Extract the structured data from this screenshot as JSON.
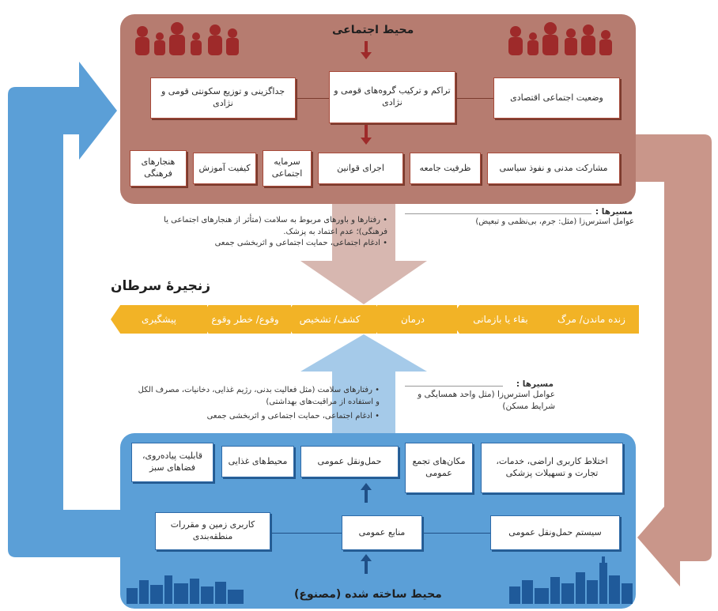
{
  "colors": {
    "social_panel": "#b67c70",
    "built_panel": "#5b9fd7",
    "chain": "#f2b326",
    "left_arrow": "#5b9fd7",
    "right_arrow": "#c9968a",
    "dark_red": "#9e2a2a"
  },
  "icons": [
    "family-silhouettes-icon",
    "city-skyline-icon",
    "down-arrow-icon",
    "up-arrow-icon",
    "loop-arrow-icon"
  ],
  "social": {
    "title": "محیط اجتماعی",
    "row1": [
      "وضعیت اجتماعی اقتصادی",
      "تراکم و ترکیب گروه‌های قومی و نژادی",
      "جداگزینی و توزیع سکونتی قومی و نژادی"
    ],
    "row2": [
      "مشارکت مدنی و نفوذ سیاسی",
      "ظرفیت جامعه",
      "اجرای قوانین",
      "سرمایه اجتماعی",
      "کیفیت آموزش",
      "هنجارهای فرهنگی"
    ]
  },
  "social_paths": {
    "label": "مسیرها :",
    "stressor": "عوامل استرس‌زا (مثل: جرم، بی‌نظمی و تبعیض)",
    "behavior": "رفتارها و باورهای مربوط به سلامت (متأثر از هنجارهای اجتماعی یا فرهنگی)؛ عدم اعتماد به پزشک.",
    "integration": "ادغام اجتماعی، حمایت اجتماعی و اثربخشی جمعی"
  },
  "chain": {
    "title": "زنجیرۀ سرطان",
    "stages": [
      "زنده ماندن/ مرگ",
      "بقاء یا بازمانی",
      "درمان",
      "کشف/ تشخیص",
      "وقوع/ خطر وقوع",
      "پیشگیری"
    ]
  },
  "built_paths": {
    "label": "مسیرها :",
    "stressor": "عوامل استرس‌زا (مثل واحد همسایگی و شرایط مسکن)",
    "behavior": "رفتارهای سلامت (مثل فعالیت بدنی، رژیم غذایی، دخانیات، مصرف الکل و استفاده از مراقبت‌های بهداشتی)",
    "integration": "ادغام اجتماعی، حمایت اجتماعی و اثربخشی جمعی"
  },
  "built": {
    "title": "محیط ساخته شده (مصنوع)",
    "row1": [
      "اختلاط کاربری اراضی، خدمات، تجارت و تسهیلات پزشکی",
      "مکان‌های تجمع عمومی",
      "حمل‌ونقل عمومی",
      "محیط‌های غذایی",
      "قابلیت پیاده‌روی، فضاهای سبز"
    ],
    "row2": [
      "سیستم حمل‌ونقل عمومی",
      "منابع عمومی",
      "کاربری زمین و مقررات منطقه‌بندی"
    ]
  }
}
